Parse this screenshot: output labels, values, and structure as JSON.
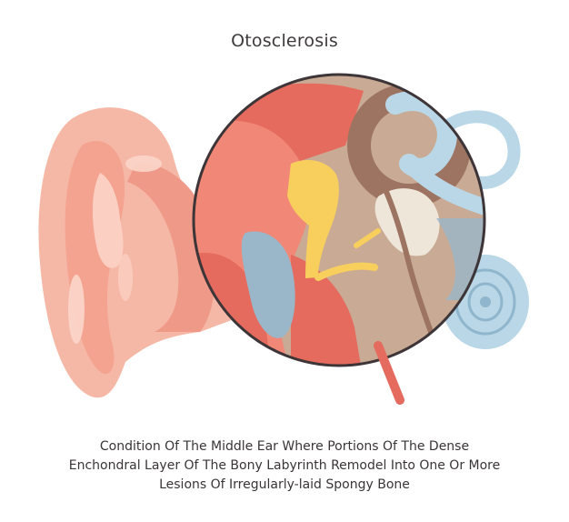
{
  "title": "Otosclerosis",
  "caption": {
    "line1": "Condition Of The Middle Ear Where Portions Of The Dense",
    "line2": "Enchondral Layer Of The Bony Labyrinth Remodel Into One Or More",
    "line3": "Lesions Of Irregularly-laid Spongy Bone"
  },
  "colors": {
    "skin": "#f6b8a6",
    "skin_dark": "#ec8d80",
    "canal": "#e46b5d",
    "bone": "#c9ab95",
    "ossicle": "#f8ce5d",
    "eardrum": "#9ab7c9",
    "cochlea": "#b9d7e7",
    "outline": "#3d3537"
  }
}
